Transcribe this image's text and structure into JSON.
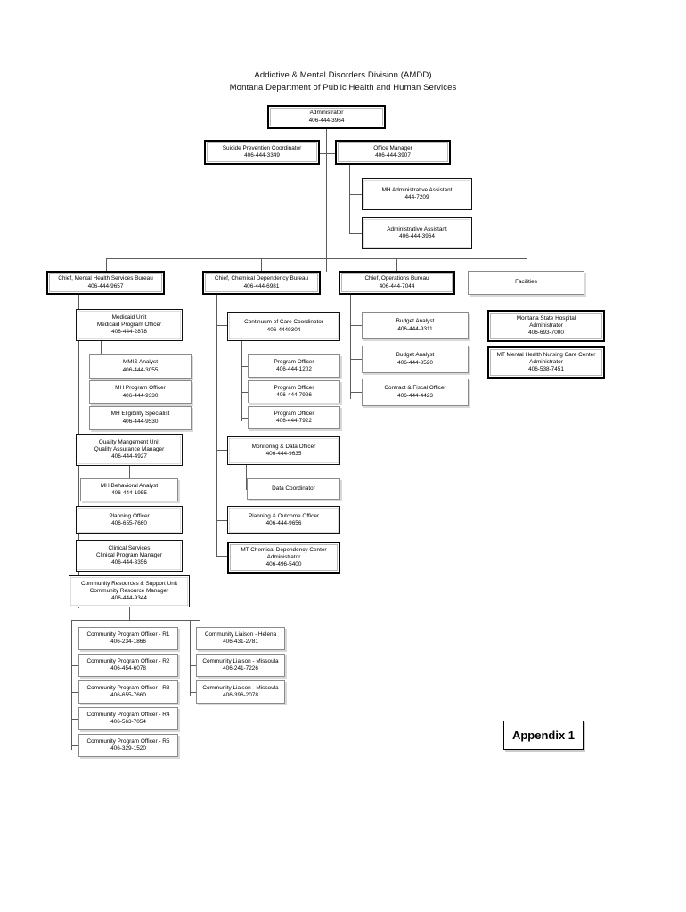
{
  "document": {
    "title_lines": [
      "Addictive & Mental Disorders Division (AMDD)",
      "Montana Department of Public Health and Human Services"
    ],
    "appendix_label": "Appendix 1"
  },
  "chart_data": {
    "type": "diagram",
    "diagram_kind": "organizational-chart",
    "nodes": [
      {
        "id": "administrator",
        "title": "Administrator",
        "subtitle": "",
        "phone": "406-444-3964",
        "parent": null,
        "weight": "heavy"
      },
      {
        "id": "suicide-prevention",
        "title": "Suicide Prevention Coordinator",
        "subtitle": "",
        "phone": "406-444-3349",
        "parent": "administrator",
        "weight": "heavy"
      },
      {
        "id": "office-manager",
        "title": "Office Manager",
        "subtitle": "",
        "phone": "406-444-3907",
        "parent": "administrator",
        "weight": "heavy"
      },
      {
        "id": "mh-admin-assistant",
        "title": "MH Administrative Assistant",
        "subtitle": "",
        "phone": "444-7209",
        "parent": "office-manager",
        "weight": "medium"
      },
      {
        "id": "admin-assistant",
        "title": "Administrative Assistant",
        "subtitle": "",
        "phone": "406-444-3964",
        "parent": "office-manager",
        "weight": "medium"
      },
      {
        "id": "chief-mh",
        "title": "Chief, Mental Health Services Bureau",
        "subtitle": "",
        "phone": "406-444-9657",
        "parent": "administrator",
        "weight": "heavy"
      },
      {
        "id": "chief-cd",
        "title": "Chief, Chemical Dependency Bureau",
        "subtitle": "",
        "phone": "406-444-6981",
        "parent": "administrator",
        "weight": "heavy"
      },
      {
        "id": "chief-ops",
        "title": "Chief, Operations Bureau",
        "subtitle": "",
        "phone": "406-444-7044",
        "parent": "administrator",
        "weight": "heavy"
      },
      {
        "id": "facilities",
        "title": "Facilities",
        "subtitle": "",
        "phone": "",
        "parent": "administrator",
        "weight": "thin"
      },
      {
        "id": "medicaid-unit",
        "title": "Medicaid Unit",
        "subtitle": "Medicaid Program Officer",
        "phone": "406-444-2878",
        "parent": "chief-mh",
        "weight": "medium"
      },
      {
        "id": "mmis-analyst",
        "title": "MMIS Analyst",
        "subtitle": "",
        "phone": "406-444-3055",
        "parent": "medicaid-unit",
        "weight": "thin"
      },
      {
        "id": "mh-program-officer",
        "title": "MH Program Officer",
        "subtitle": "",
        "phone": "406-444-9330",
        "parent": "medicaid-unit",
        "weight": "thin"
      },
      {
        "id": "mh-eligibility",
        "title": "MH Eligibility Specialist",
        "subtitle": "",
        "phone": "406-444-9530",
        "parent": "medicaid-unit",
        "weight": "thin"
      },
      {
        "id": "quality-mgmt-unit",
        "title": "Quality Mangement Unit",
        "subtitle": "Quality Assurance Manager",
        "phone": "406-444-4927",
        "parent": "chief-mh",
        "weight": "medium"
      },
      {
        "id": "mh-behavioral",
        "title": "MH Behavioral Analyst",
        "subtitle": "",
        "phone": "406-444-1955",
        "parent": "quality-mgmt-unit",
        "weight": "thin"
      },
      {
        "id": "planning-officer",
        "title": "Planning Officer",
        "subtitle": "",
        "phone": "406-655-7660",
        "parent": "chief-mh",
        "weight": "medium"
      },
      {
        "id": "clinical-services",
        "title": "Clinical Services",
        "subtitle": "Clinical Program Manager",
        "phone": "406-444-3356",
        "parent": "chief-mh",
        "weight": "medium"
      },
      {
        "id": "community-resources",
        "title": "Community Resources & Support Unit",
        "subtitle": "Community Resource Manager",
        "phone": "406-444-9344",
        "parent": "chief-mh",
        "weight": "medium"
      },
      {
        "id": "cpo-r1",
        "title": "Community Program Officer - R1",
        "subtitle": "",
        "phone": "406-234-1866",
        "parent": "community-resources",
        "weight": "thin"
      },
      {
        "id": "cpo-r2",
        "title": "Community Program Officer - R2",
        "subtitle": "",
        "phone": "406-454-6078",
        "parent": "community-resources",
        "weight": "thin"
      },
      {
        "id": "cpo-r3",
        "title": "Community Program Officer - R3",
        "subtitle": "",
        "phone": "406-655-7660",
        "parent": "community-resources",
        "weight": "thin"
      },
      {
        "id": "cpo-r4",
        "title": "Community Program Officer - R4",
        "subtitle": "",
        "phone": "406-563-7054",
        "parent": "community-resources",
        "weight": "thin"
      },
      {
        "id": "cpo-r5",
        "title": "Community Program Officer - R5",
        "subtitle": "",
        "phone": "406-329-1520",
        "parent": "community-resources",
        "weight": "thin"
      },
      {
        "id": "liaison-helena",
        "title": "Community Liaison - Helena",
        "subtitle": "",
        "phone": "406-431-2781",
        "parent": "community-resources",
        "weight": "thin"
      },
      {
        "id": "liaison-missoula-1",
        "title": "Community Liaison - Missoula",
        "subtitle": "",
        "phone": "406-241-7226",
        "parent": "community-resources",
        "weight": "thin"
      },
      {
        "id": "liaison-missoula-2",
        "title": "Community Liaison - Missoula",
        "subtitle": "",
        "phone": "406-396-2078",
        "parent": "community-resources",
        "weight": "thin"
      },
      {
        "id": "continuum-care",
        "title": "Continuum of Care Coordinator",
        "subtitle": "",
        "phone": "406-4449304",
        "parent": "chief-cd",
        "weight": "medium"
      },
      {
        "id": "program-officer-1",
        "title": "Program Officer",
        "subtitle": "",
        "phone": "406-444-1202",
        "parent": "continuum-care",
        "weight": "thin"
      },
      {
        "id": "program-officer-2",
        "title": "Program Officer",
        "subtitle": "",
        "phone": "406-444-7926",
        "parent": "continuum-care",
        "weight": "thin"
      },
      {
        "id": "program-officer-3",
        "title": "Program Officer",
        "subtitle": "",
        "phone": "406-444-7922",
        "parent": "continuum-care",
        "weight": "thin"
      },
      {
        "id": "monitoring-data",
        "title": "Monitoring & Data Officer",
        "subtitle": "",
        "phone": "406-444-9635",
        "parent": "chief-cd",
        "weight": "medium"
      },
      {
        "id": "data-coordinator",
        "title": "Data Coordinator",
        "subtitle": "",
        "phone": "",
        "parent": "monitoring-data",
        "weight": "thin"
      },
      {
        "id": "planning-outcome",
        "title": "Planning & Outcome Officer",
        "subtitle": "",
        "phone": "406-444-9656",
        "parent": "chief-cd",
        "weight": "medium"
      },
      {
        "id": "mt-cd-center",
        "title": "MT Chemical Dependency Center",
        "subtitle": "Administrator",
        "phone": "406-496-5400",
        "parent": "chief-cd",
        "weight": "heavy"
      },
      {
        "id": "budget-analyst-1",
        "title": "Budget Analyst",
        "subtitle": "",
        "phone": "406-444-9311",
        "parent": "chief-ops",
        "weight": "thin"
      },
      {
        "id": "budget-analyst-2",
        "title": "Budget Analyst",
        "subtitle": "",
        "phone": "406-444-3520",
        "parent": "chief-ops",
        "weight": "thin"
      },
      {
        "id": "contract-fiscal",
        "title": "Contract & Fiscal Officer",
        "subtitle": "",
        "phone": "406-444-4423",
        "parent": "chief-ops",
        "weight": "thin"
      },
      {
        "id": "montana-state-hosp",
        "title": "Montana State Hospital",
        "subtitle": "Administrator",
        "phone": "406-693-7000",
        "parent": "facilities",
        "weight": "heavy"
      },
      {
        "id": "mt-mh-nursing",
        "title": "MT Mental Health Nursing Care Center",
        "subtitle": "Administrator",
        "phone": "406-538-7451",
        "parent": "facilities",
        "weight": "heavy"
      }
    ]
  }
}
